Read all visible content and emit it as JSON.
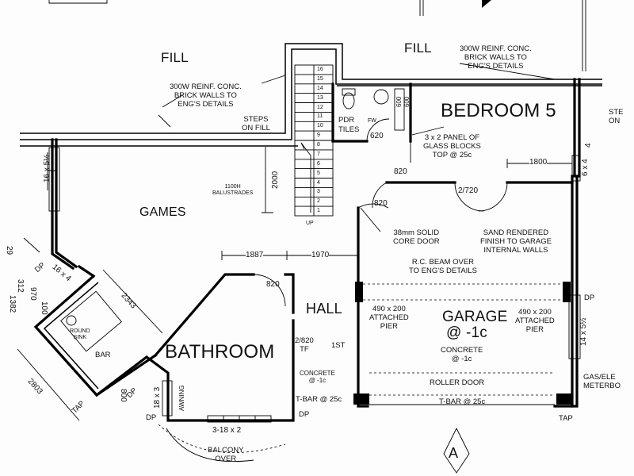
{
  "rooms": {
    "games": "GAMES",
    "bedroom": "BEDROOM 5",
    "bathroom": "BATHROOM",
    "hall": "HALL",
    "garage": "GARAGE",
    "garage_level": "@ -1c",
    "bar": "BAR",
    "pdr": "PDR",
    "pdr_tiles": "TILES"
  },
  "fill": {
    "left": "FILL",
    "right": "FILL"
  },
  "notes": {
    "wall_left": "300W REINF. CONC.\nBRICK WALLS TO\nENG'S DETAILS",
    "wall_right": "300W REINF. CONC.\nBRICK WALLS TO\nENG'S DETAILS",
    "steps": "STEPS\nON FILL",
    "balustrades": "1100H\nBALUSTRADES",
    "glass_blocks": "3 x 2 PANEL OF\nGLASS BLOCKS\nTOP @ 25c",
    "solid_door": "38mm SOLID\nCORE DOOR",
    "sand_rendered": "SAND RENDERED\nFINISH TO GARAGE\nINTERNAL WALLS",
    "rc_beam": "R.C. BEAM OVER\nTO ENG'S DETAILS",
    "pier_left": "490 x 200\nATTACHED\nPIER",
    "pier_right": "490 x 200\nATTACHED\nPIER",
    "garage_concrete": "CONCRETE\n@ -1c",
    "hall_concrete": "CONCRETE\n@ -1c",
    "roller_door": "ROLLER DOOR",
    "tbar_garage": "T-BAR @ 25c",
    "tbar_hall": "T-BAR @ 25c",
    "round_sink": "ROUND\nSINK",
    "balcony": "BALCONY\nOVER",
    "awning": "AWNING",
    "fw": "FW",
    "up": "UP",
    "first": "1ST",
    "tf": "2/820\nTF",
    "gas": "GAS/ELE\nMETERBO",
    "steps_edge": "STE\nON",
    "tap_right": "TAP",
    "tap_left": "TAP",
    "dp_garage": "DP",
    "dp_hall": "DP",
    "dp_bath": "DP",
    "dp_bar": "DP",
    "dp_left": "DP",
    "section": "A"
  },
  "dims": {
    "d1800": "1800",
    "d620": "620",
    "d820_top": "820",
    "d820_door": "820",
    "d820_bath": "820",
    "d2720": "2/720",
    "d2000": "2000",
    "d1887": "1887",
    "d1970": "1970",
    "d2343": "2343",
    "d2803": "2803",
    "d970": "970",
    "d1312": "312",
    "d1382": "1382",
    "d100": "100",
    "d800": "800",
    "d29": "29",
    "d600": "600",
    "d600b": "600",
    "w16x5": "16 x 5½",
    "w16x4": "16 x 4",
    "w6x4": "6 x 4",
    "w14x5": "14 x 5½",
    "w18x3": "18 x 3",
    "w3_18x2": "3-18 x 2",
    "w4": "4"
  },
  "stairs": [
    "1",
    "2",
    "3",
    "4",
    "5",
    "6",
    "7",
    "8",
    "9",
    "10",
    "11",
    "12",
    "13",
    "14",
    "15",
    "16"
  ]
}
